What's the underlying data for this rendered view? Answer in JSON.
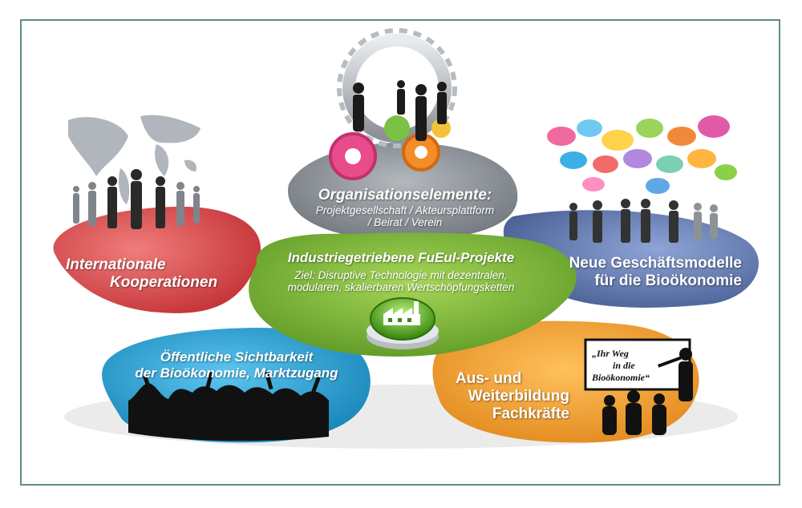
{
  "center": {
    "title": "Industriegetriebene FuEul-Projekte",
    "subtitle_lines": [
      "Ziel: Disruptive Technologie mit dezentralen,",
      "modularen, skalierbaren Wertschöpfungsketten"
    ]
  },
  "top": {
    "title": "Organisationselemente:",
    "subtitle_lines": [
      "Projektgesellschaft / Akteursplattform",
      "/ Beirat / Verein"
    ]
  },
  "left": {
    "title_lines": [
      "Internationale",
      "Kooperationen"
    ]
  },
  "right": {
    "title_lines": [
      "Neue Geschäftsmodelle",
      "für die Bioökonomie"
    ]
  },
  "bottom_left": {
    "title_lines": [
      "Öffentliche Sichtbarkeit",
      "der Bioökonomie, Marktzugang"
    ]
  },
  "bottom_right": {
    "title_lines": [
      "Aus- und",
      "Weiterbildung",
      "Fachkräfte"
    ],
    "board_lines": [
      "„Ihr Weg",
      "in die",
      "Bioökonomie“"
    ]
  },
  "colors": {
    "green": "#7cb83a",
    "grey": "#8a9096",
    "red": "#d9474a",
    "blue_right": "#5a73a8",
    "cyan": "#1e9fd4",
    "orange": "#f4a02a",
    "frame": "#5f8f7c"
  },
  "icons": {
    "center_button": "factory-icon",
    "top": "gears-icon",
    "left": "world-map-icon",
    "right": "speech-bubbles-icon",
    "bottom_left": "crowd-icon",
    "bottom_right": "presentation-board-icon"
  }
}
